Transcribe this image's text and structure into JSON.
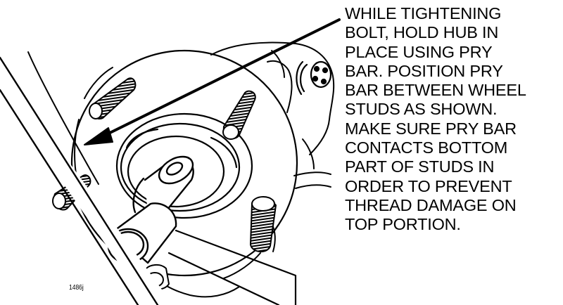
{
  "callout": {
    "lines": [
      "WHILE TIGHTENING",
      "BOLT, HOLD HUB IN",
      "PLACE USING PRY",
      "BAR. POSITION PRY",
      "BAR BETWEEN WHEEL",
      "STUDS AS SHOWN.",
      "MAKE SURE PRY BAR",
      "CONTACTS BOTTOM",
      "PART OF STUDS IN",
      "ORDER TO PREVENT",
      "THREAD DAMAGE ON",
      "TOP PORTION."
    ]
  },
  "figure_code": "1486j",
  "colors": {
    "ink": "#000000",
    "paper": "#ffffff"
  }
}
